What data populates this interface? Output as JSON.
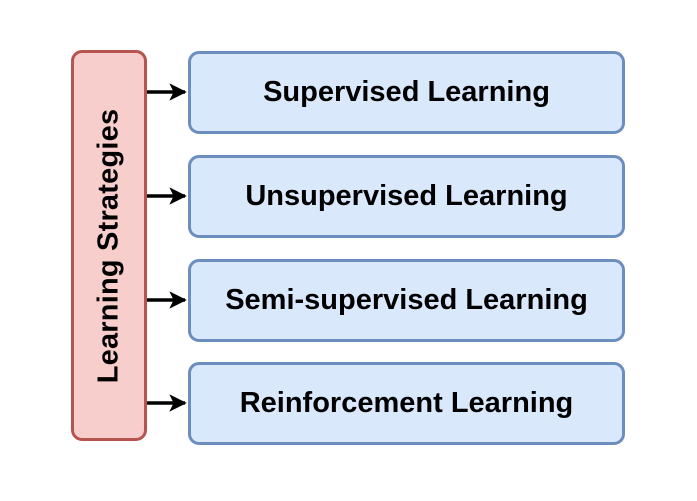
{
  "root": {
    "label": "Learning Strategies",
    "fill": "#f8cecc",
    "stroke": "#b85450"
  },
  "children": [
    {
      "label": "Supervised Learning"
    },
    {
      "label": "Unsupervised Learning"
    },
    {
      "label": "Semi-supervised Learning"
    },
    {
      "label": "Reinforcement Learning"
    }
  ],
  "child_style": {
    "fill": "#dae8fc",
    "stroke": "#6c8ebf"
  },
  "edge_color": "#000000"
}
